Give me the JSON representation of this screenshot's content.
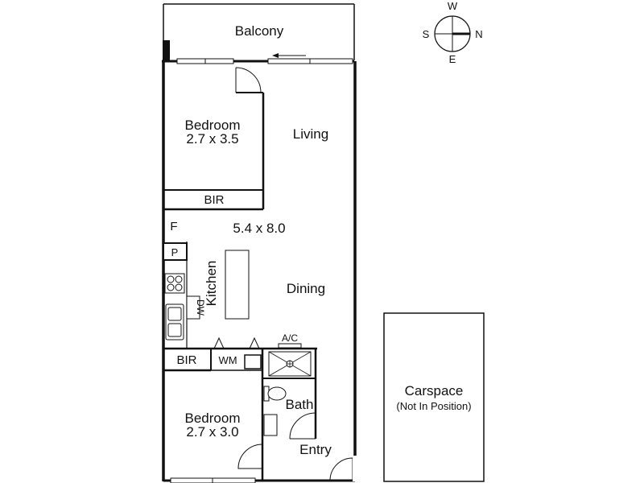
{
  "rooms": {
    "balcony": "Balcony",
    "bedroom1_name": "Bedroom",
    "bedroom1_size": "2.7 x 3.5",
    "living": "Living",
    "bir1": "BIR",
    "fridge": "F",
    "living_size": "5.4 x 8.0",
    "pantry": "P",
    "kitchen": "Kitchen",
    "dw": "DW",
    "dining": "Dining",
    "ac": "A/C",
    "bir2": "BIR",
    "wm": "WM",
    "bath": "Bath",
    "bedroom2_name": "Bedroom",
    "bedroom2_size": "2.7 x 3.0",
    "entry": "Entry"
  },
  "carspace": {
    "title": "Carspace",
    "note": "(Not In Position)"
  },
  "compass": {
    "w": "W",
    "s": "S",
    "n": "N",
    "e": "E",
    "icon": "compass-icon"
  }
}
